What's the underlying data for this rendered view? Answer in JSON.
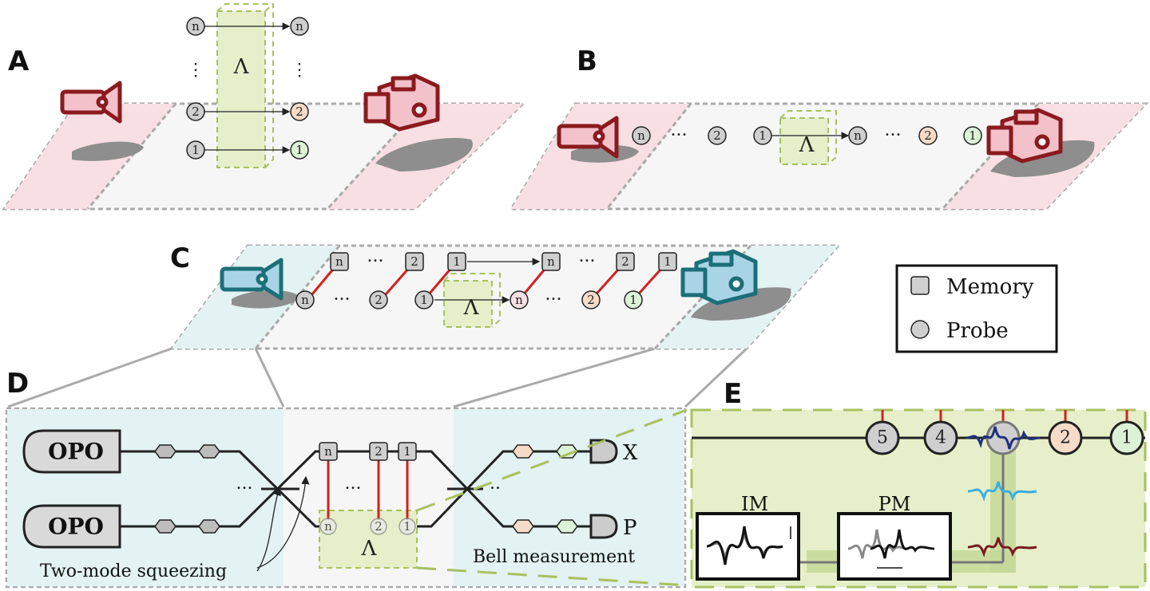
{
  "panels": {
    "a": "A",
    "b": "B",
    "c": "C",
    "d": "D",
    "e": "E"
  },
  "symbols": {
    "lambda": "Λ",
    "ellipsis": "···",
    "vdots": "⋮",
    "two_dots": "··",
    "n": "n",
    "one": "1",
    "two": "2",
    "four": "4",
    "five": "5"
  },
  "legend": {
    "memory": "Memory",
    "probe": "Probe"
  },
  "panel_d": {
    "opo_top": "OPO",
    "opo_bottom": "OPO",
    "output_x": "X",
    "output_p": "P",
    "two_mode_squeezing": "Two-mode squeezing",
    "bell_measurement": "Bell measurement"
  },
  "panel_e": {
    "im_label": "IM",
    "pm_label": "PM"
  },
  "colors": {
    "red_device": "#8b1a1f",
    "teal_device": "#1c6f78",
    "pink_region": "#f7dfe3",
    "teal_region": "#e3f2f2",
    "green_box": "#e6efc9",
    "green_dash": "#a8c060",
    "red_link": "#d42020",
    "probe_gray": "#cfcfcf",
    "probe_peach": "#f6dcc8",
    "probe_green": "#dcf2d6"
  }
}
